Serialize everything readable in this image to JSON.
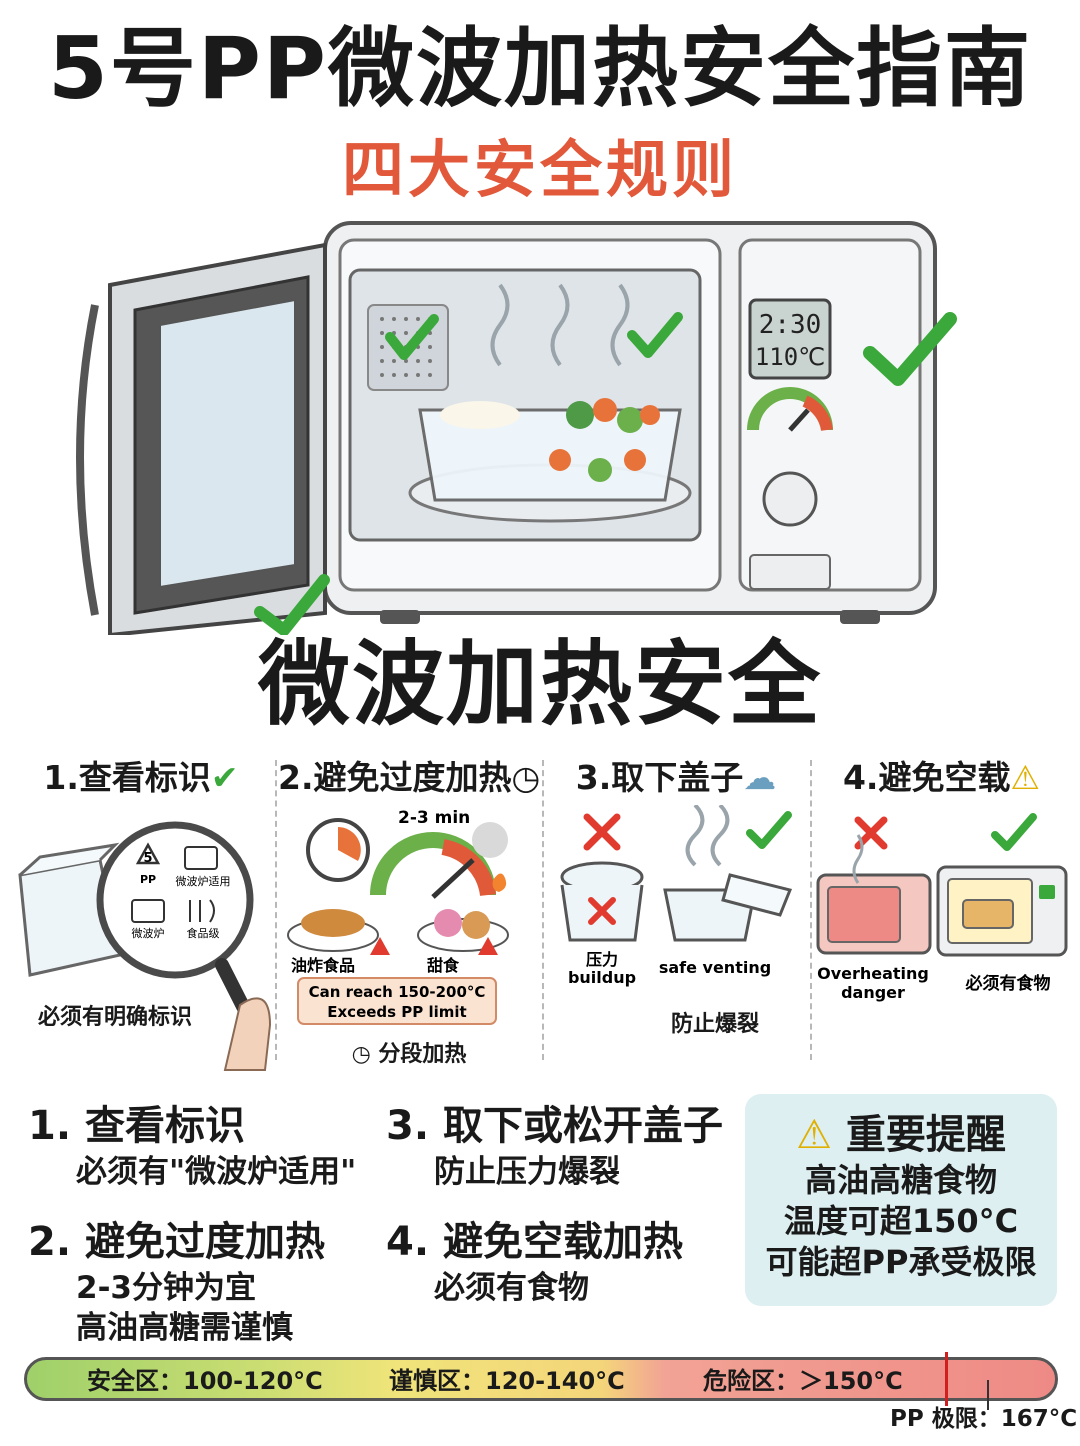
{
  "header": {
    "title": "5号PP微波加热安全指南",
    "subtitle": "四大安全规则"
  },
  "illustration": {
    "timer_display": "2:30",
    "temp_display": "110℃",
    "heading": "微波加热安全"
  },
  "panels": [
    {
      "title": "1.查看标识",
      "icon": "check-icon",
      "labels": {
        "pp": "PP",
        "num": "5",
        "microwave_safe": "微波炉适用",
        "microwave": "微波炉",
        "food_grade": "食品级"
      },
      "caption": "必须有明确标识"
    },
    {
      "title": "2.避免过度加热",
      "icon": "clock-icon",
      "time": "2-3 min",
      "fried": "油炸食品",
      "sweets": "甜食",
      "warn1": "Can reach 150-200°C",
      "warn2": "Exceeds PP limit",
      "caption": "分段加热"
    },
    {
      "title": "3.取下盖子",
      "icon": "steam-icon",
      "bad": "压力\nbuildup",
      "bad1": "压力",
      "bad2": "buildup",
      "good": "safe venting",
      "caption": "防止爆裂"
    },
    {
      "title": "4.避免空载",
      "icon": "warning-icon",
      "bad1": "Overheating",
      "bad2": "danger",
      "good": "必须有食物"
    }
  ],
  "rules": [
    {
      "heading": "1. 查看标识",
      "lines": [
        "必须有\"微波炉适用\""
      ]
    },
    {
      "heading": "2. 避免过度加热",
      "lines": [
        "2-3分钟为宜",
        "高油高糖需谨慎"
      ]
    },
    {
      "heading": "3. 取下或松开盖子",
      "lines": [
        "防止压力爆裂"
      ]
    },
    {
      "heading": "4. 避免空载加热",
      "lines": [
        "必须有食物"
      ]
    }
  ],
  "reminder": {
    "title": "重要提醒",
    "lines": [
      "高油高糖食物",
      "温度可超150°C",
      "可能超PP承受极限"
    ]
  },
  "temperature_bar": {
    "zones": [
      {
        "label": "安全区：100-120°C",
        "color": "#9fd06a"
      },
      {
        "label": "谨慎区：120-140°C",
        "color": "#f0e47a"
      },
      {
        "label": "危险区：＞150°C",
        "color": "#ee8a85"
      }
    ],
    "limit_label": "PP 极限：167°C"
  },
  "colors": {
    "accent": "#e2583a",
    "check": "#3aa83a",
    "cross": "#e03b2e",
    "warning": "#f5c400",
    "reminder_bg": "#ddeff1"
  }
}
